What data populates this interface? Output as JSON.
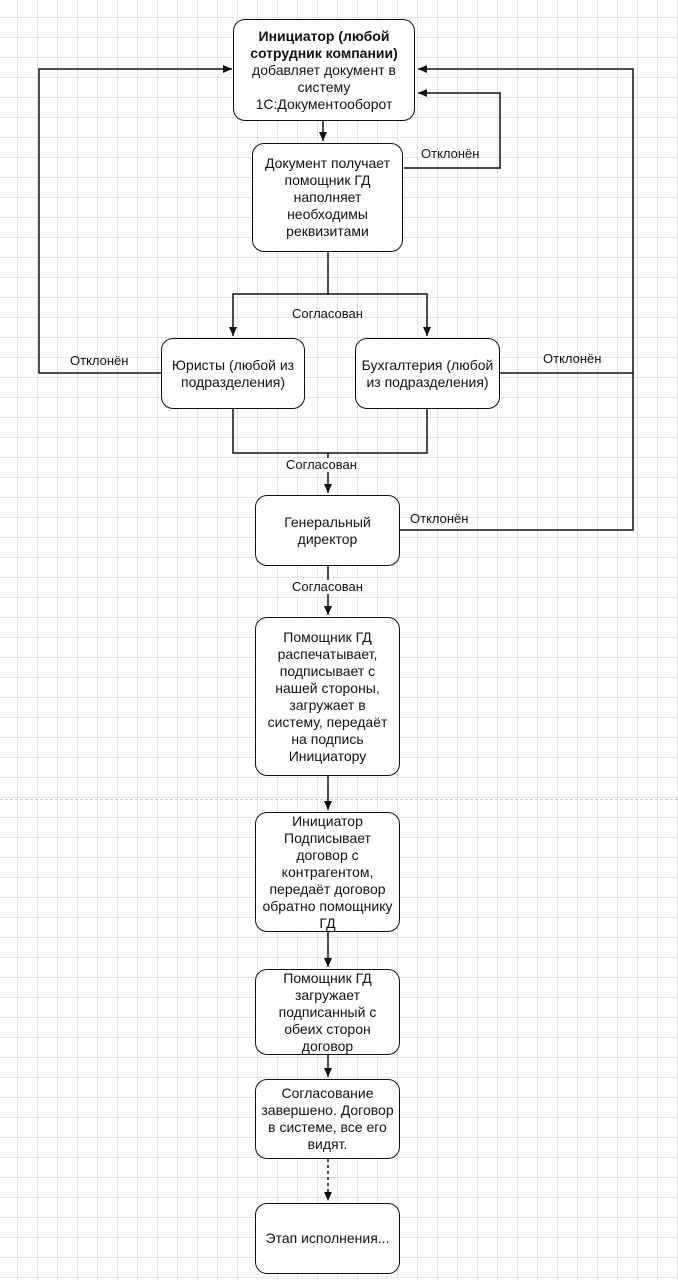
{
  "nodes": {
    "initiator": {
      "title": "Инициатор (любой сотрудник компании)",
      "text": "добавляет документ в систему 1С:Документооборот"
    },
    "assistant_receive": {
      "text": "Документ получает помощник ГД наполняет необходимы реквизитами"
    },
    "lawyers": {
      "text": "Юристы (любой из подразделения)"
    },
    "accounting": {
      "text": "Бухгалтерия (любой из подразделения)"
    },
    "ceo": {
      "text": "Генеральный директор"
    },
    "assistant_print": {
      "text": "Помощник ГД распечатывает, подписывает с нашей стороны, загружает в систему, передаёт на подпись Инициатору"
    },
    "initiator_sign": {
      "text": "Инициатор Подписывает договор с контрагентом, передаёт договор обратно помощнику ГД"
    },
    "assistant_upload": {
      "text": "Помощник ГД загружает подписанный с обеих сторон договор"
    },
    "complete": {
      "text": "Согласование завершено. Договор в системе, все его видят."
    },
    "execution": {
      "text": "Этап исполнения..."
    }
  },
  "edge_labels": {
    "rejected_assistant": "Отклонён",
    "approved_split": "Согласован",
    "rejected_lawyers": "Отклонён",
    "rejected_accounting": "Отклонён",
    "approved_merge": "Согласован",
    "rejected_ceo": "Отклонён",
    "approved_ceo": "Согласован"
  }
}
